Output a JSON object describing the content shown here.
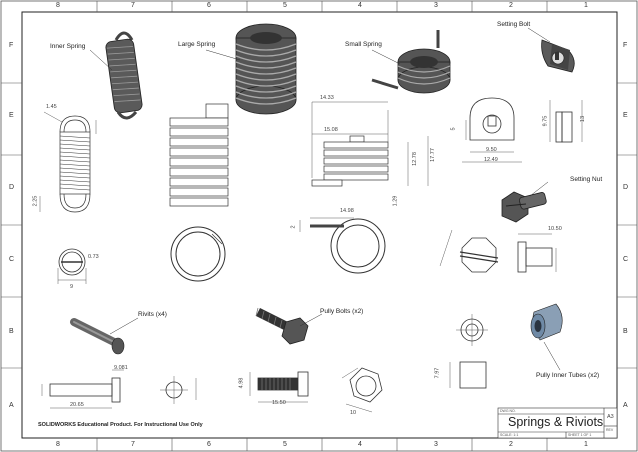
{
  "drawing": {
    "title": "Springs & Riviots",
    "sheet_size": "A3",
    "footer_text": "SOLIDWORKS Educational Product. For Instructional Use Only",
    "title_block_small": [
      "DWG NO.",
      "SCALE: 1:1",
      "SHEET 1 OF 1",
      "REV"
    ]
  },
  "border": {
    "columns": [
      "8",
      "7",
      "6",
      "5",
      "4",
      "3",
      "2",
      "1"
    ],
    "rows": [
      "F",
      "E",
      "D",
      "C",
      "B",
      "A"
    ]
  },
  "labels": {
    "inner_spring": "Inner Spring",
    "large_spring": "Large Spring",
    "small_spring": "Small Spring",
    "setting_bolt": "Setting Bolt",
    "setting_nut": "Setting Nut",
    "rivets": "Rivits (x4)",
    "pully_bolts": "Pully Bolts (x2)",
    "pully_inner_tubes": "Pully Inner Tubes (x2)"
  },
  "dimensions": {
    "d_1_45": "1.45",
    "d_2_25": "2.25",
    "d_0_73": "0.73",
    "d_9": "9",
    "d_14_33": "14.33",
    "d_15_08": "15.08",
    "d_12_78": "12.78",
    "d_17_77": "17.77",
    "d_1_29": "1.29",
    "d_14_98": "14.98",
    "d_2": "2",
    "d_9_50": "9.50",
    "d_12_49": "12.49",
    "d_5": "5",
    "d_9_75": "9.75",
    "d_13": "13",
    "d_10_50": "10.50",
    "d_20_65": "20.65",
    "d_9_081": "9.081",
    "d_4_98": "4.98",
    "d_15_50": "15.50",
    "d_7_97": "7.97",
    "d_10": "10"
  },
  "colors": {
    "line": "#333333",
    "part_dark": "#4a4a4a",
    "part_mid": "#7a7a7a",
    "part_light": "#bdbdbd",
    "tube_blue": "#7f9bb8"
  }
}
